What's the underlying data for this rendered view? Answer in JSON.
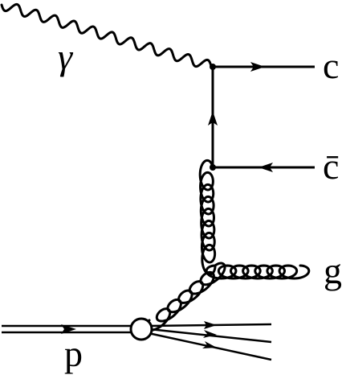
{
  "diagram": {
    "labels": {
      "photon": "γ",
      "charm": "c",
      "anticharm": "c̄",
      "gluon": "g",
      "proton": "p"
    },
    "colors": {
      "line": "#000000",
      "background": "#ffffff"
    }
  }
}
